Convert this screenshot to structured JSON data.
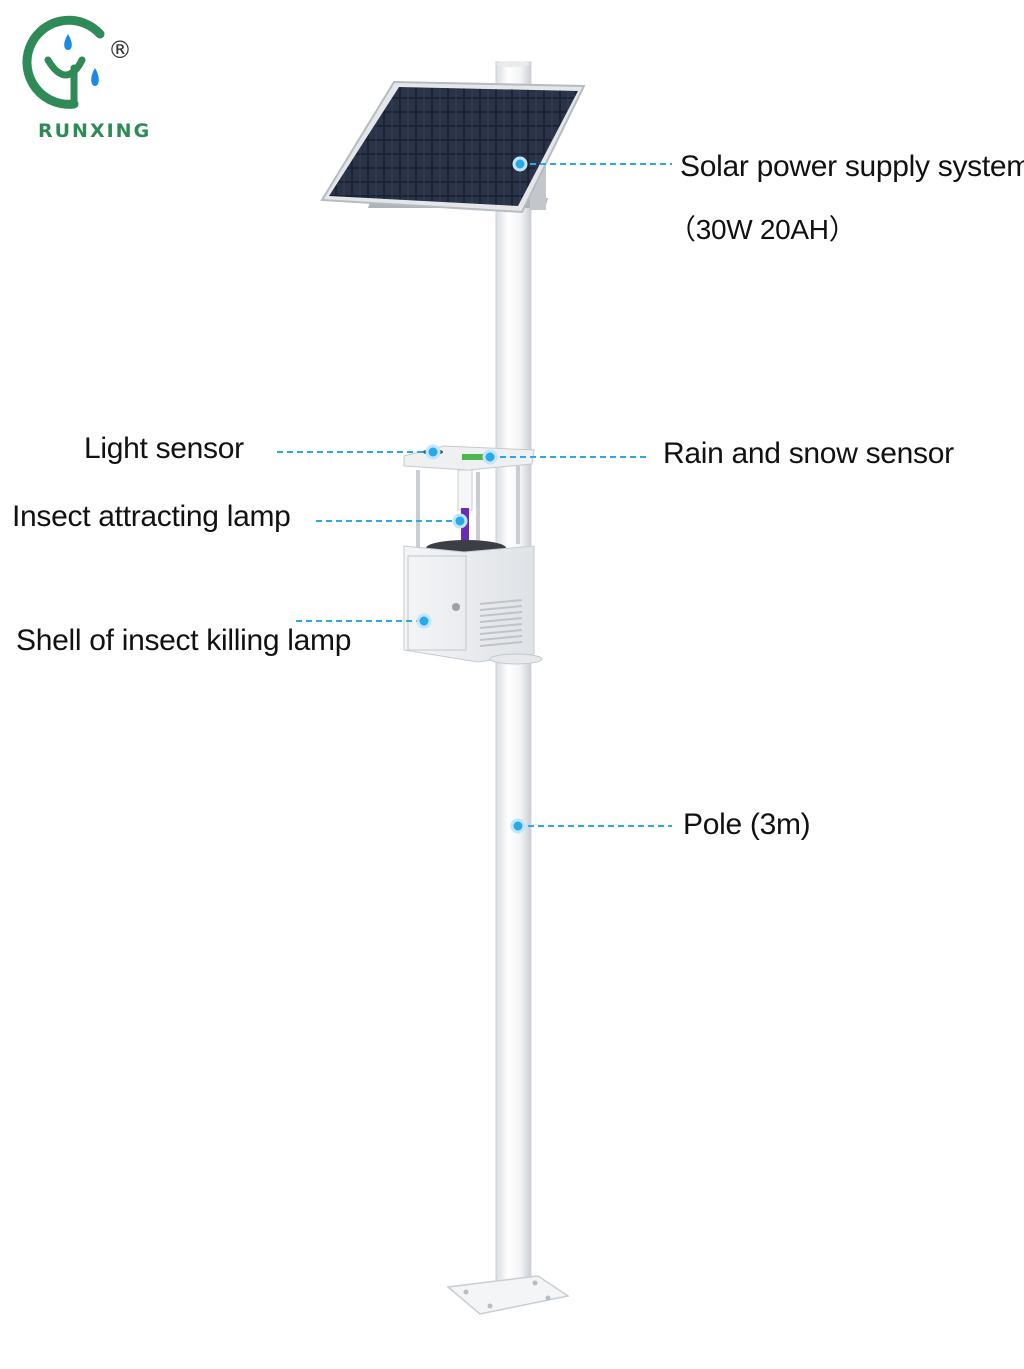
{
  "brand": {
    "name": "RUNXING",
    "registered_mark": "®",
    "accent_color": "#2e8b57",
    "drop_color": "#1e88e5"
  },
  "labels": {
    "solar": "Solar power supply system",
    "solar_spec": "（30W 20AH）",
    "light_sensor": "Light sensor",
    "rain_sensor": "Rain and snow sensor",
    "insect_lamp": "Insect attracting lamp",
    "shell": "Shell of insect killing lamp",
    "pole": "Pole (3m)"
  },
  "colors": {
    "callout_dot": "#29a9e8",
    "leader_line": "#29a9e8",
    "lamp_tube": "#6a2bb5"
  }
}
